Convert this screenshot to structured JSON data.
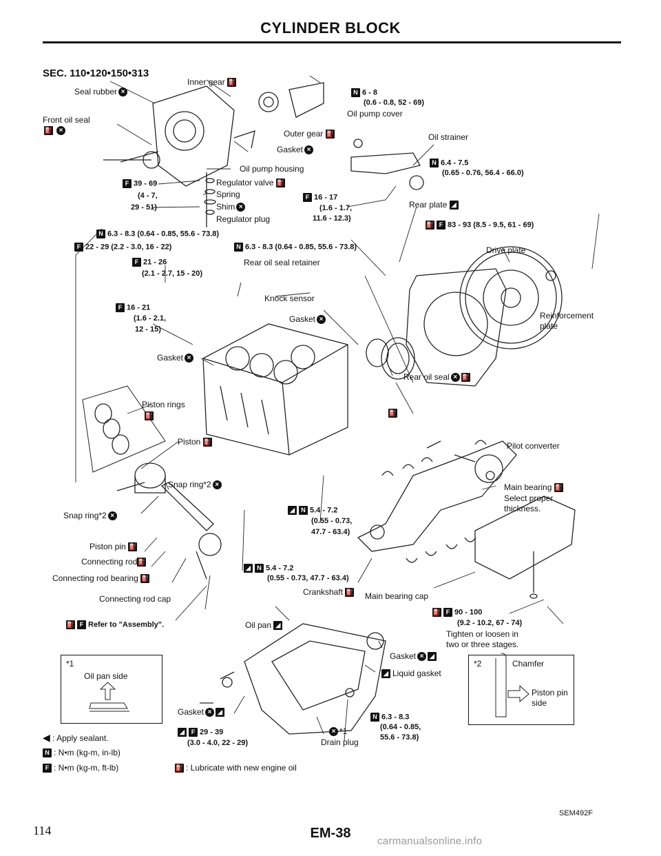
{
  "title": "CYLINDER BLOCK",
  "section": "SEC. 110•120•150•313",
  "labels": {
    "seal_rubber": "Seal rubber",
    "inner_gear": "Inner gear",
    "torque_6_8": "6 - 8",
    "torque_6_8b": "(0.6 - 0.8, 52 - 69)",
    "oil_pump_cover": "Oil pump cover",
    "front_oil_seal": "Front oil seal",
    "outer_gear": "Outer gear",
    "oil_strainer": "Oil strainer",
    "gasket": "Gasket",
    "torque_64_75": "6.4 - 7.5",
    "torque_64_75b": "(0.65 - 0.76, 56.4 - 66.0)",
    "oil_pump_housing": "Oil pump housing",
    "torque_39_69": "39 - 69",
    "torque_39_69b": "(4 - 7,",
    "torque_39_69c": "29 - 51)",
    "regulator_valve": "Regulator valve",
    "spring": "Spring",
    "shim": "Shim",
    "regulator_plug": "Regulator plug",
    "torque_16_17": "16 - 17",
    "torque_16_17b": "(1.6 - 1.7,",
    "torque_16_17c": "11.6 - 12.3)",
    "rear_plate": "Rear plate",
    "torque_83_93": "83 - 93 (8.5 - 9.5, 61 - 69)",
    "torque_63_83a": "6.3 - 8.3 (0.64 - 0.85, 55.6 - 73.8)",
    "torque_22_29": "22 - 29 (2.2 - 3.0, 16 - 22)",
    "torque_63_83b": "6.3 - 8.3 (0.64 - 0.85, 55.6 - 73.8)",
    "drive_plate": "Drive plate",
    "torque_21_26": "21 - 26",
    "torque_21_26b": "(2.1 - 2.7, 15 - 20)",
    "rear_oil_seal_retainer": "Rear oil seal retainer",
    "knock_sensor": "Knock sensor",
    "torque_16_21": "16 - 21",
    "torque_16_21b": "(1.6 - 2.1,",
    "torque_16_21c": "12 - 15)",
    "reinforcement_plate": "Reinforcement",
    "reinforcement_plate2": "plate",
    "rear_oil_seal": "Rear oil seal",
    "piston_rings": "Piston rings",
    "piston": "Piston",
    "pilot_converter": "Pilot converter",
    "snap_ring2": "Snap ring*2",
    "main_bearing": "Main bearing",
    "select_proper": "Select proper",
    "thickness": "thickness.",
    "snap_ring2b": "Snap ring*2",
    "torque_54_72": "5.4 - 7.2",
    "torque_54_72b": "(0.55 - 0.73,",
    "torque_54_72c": "47.7 - 63.4)",
    "piston_pin": "Piston pin",
    "connecting_rod": "Connecting rod",
    "connecting_rod_bearing": "Connecting rod bearing",
    "torque_54_72d": "5.4 - 7.2",
    "torque_54_72e": "(0.55 - 0.73, 47.7 - 63.4)",
    "crankshaft": "Crankshaft",
    "main_bearing_cap": "Main bearing cap",
    "connecting_rod_cap": "Connecting rod cap",
    "refer_assembly": "Refer to \"Assembly\".",
    "oil_pan": "Oil pan",
    "torque_90_100": "90 - 100",
    "torque_90_100b": "(9.2 - 10.2, 67 - 74)",
    "tighten1": "Tighten or loosen in",
    "tighten2": "two or three stages.",
    "gasket_b": "Gasket",
    "liquid_gasket": "Liquid gasket",
    "box1_num": "*1",
    "box1_text": "Oil pan side",
    "box2_num": "*2",
    "box2_chamfer": "Chamfer",
    "box2_side1": "Piston pin",
    "box2_side2": "side",
    "gasket_c": "Gasket",
    "torque_29_39": "29 - 39",
    "torque_29_39b": "(3.0 - 4.0, 22 - 29)",
    "drain_star1": "*1",
    "drain_plug": "Drain plug",
    "torque_63_83c": "6.3 - 8.3",
    "torque_63_83cb": "(0.64 - 0.85,",
    "torque_63_83cc": "55.6 - 73.8)"
  },
  "legend": {
    "sealant": ": Apply sealant.",
    "nm_in": ": N•m (kg-m, in-lb)",
    "nm_ft": ": N•m (kg-m, ft-lb)",
    "lube": ": Lubricate with new engine oil"
  },
  "footer": {
    "page": "EM-38",
    "left_number": "114",
    "figure_id": "SEM492F",
    "watermark": "carmanualsonline.info"
  }
}
